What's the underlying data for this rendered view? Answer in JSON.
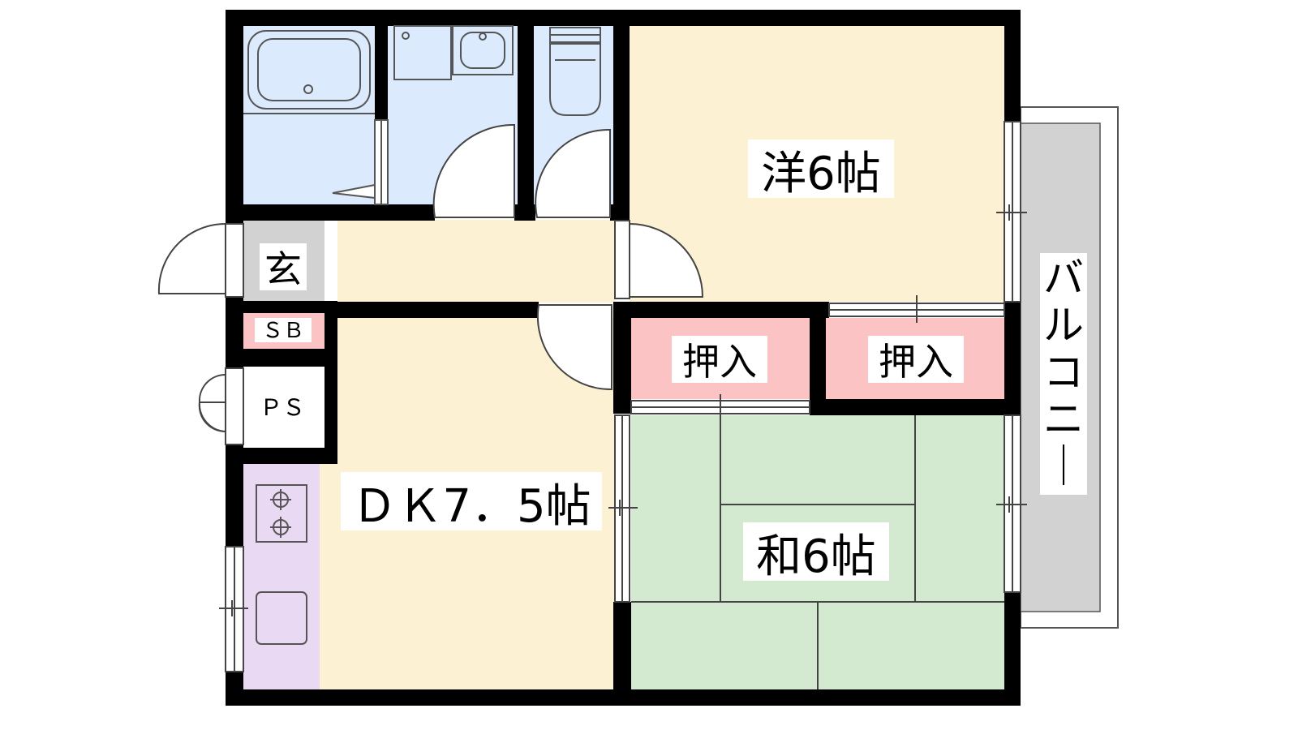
{
  "rooms": {
    "western": {
      "label": "洋6帖",
      "color": "#fdf1d3"
    },
    "dk": {
      "label": "ＤＫ7．5帖",
      "color": "#fdf1d3"
    },
    "japanese": {
      "label": "和6帖",
      "color": "#d4ead0"
    },
    "closet_left": {
      "label": "押入",
      "color": "#fbc3c3"
    },
    "closet_right": {
      "label": "押入",
      "color": "#fbc3c3"
    },
    "entrance": {
      "label": "玄",
      "color": "#d2d2d2"
    },
    "shoe_box": {
      "label": "ＳＢ",
      "color": "#fbc3c3"
    },
    "pipe_space": {
      "label": "ＰＳ",
      "color": "#ffffff"
    },
    "balcony": {
      "label": "バルコニー",
      "color": "#d2d2d2"
    },
    "bath": {
      "color": "#dbeafc"
    },
    "kitchen": {
      "color": "#ead9f2"
    }
  },
  "colors": {
    "wall": "#000000",
    "fixture_line": "#555555"
  }
}
